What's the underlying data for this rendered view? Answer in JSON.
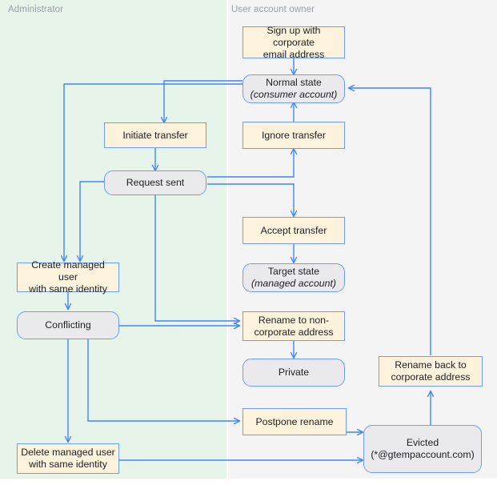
{
  "diagram": {
    "title_alt": "Account transfer state flow",
    "lanes": [
      {
        "id": "administrator",
        "label": "Administrator",
        "color": "#e6f4ea"
      },
      {
        "id": "user-account-owner",
        "label": "User account owner",
        "color": "#f4f4f4"
      }
    ],
    "colors": {
      "action_fill": "#fdf3dc",
      "state_fill": "#eaeaed",
      "border": "#6f9ef0",
      "edge": "#4285f4",
      "lane_admin": "#e6f4ea",
      "lane_user": "#f4f4f4",
      "lane_label": "#9aa0a6",
      "text": "#202124"
    },
    "nodes": [
      {
        "id": "sign-up",
        "kind": "action",
        "lane": "user-account-owner",
        "line1": "Sign up with corporate",
        "line2": "email address"
      },
      {
        "id": "normal-state",
        "kind": "state",
        "lane": "user-account-owner",
        "line1": "Normal state",
        "line2": "(consumer account)"
      },
      {
        "id": "initiate-transfer",
        "kind": "action",
        "lane": "administrator",
        "line1": "Initiate transfer",
        "line2": ""
      },
      {
        "id": "ignore-transfer",
        "kind": "action",
        "lane": "user-account-owner",
        "line1": "Ignore transfer",
        "line2": ""
      },
      {
        "id": "request-sent",
        "kind": "state",
        "lane": "administrator",
        "line1": "Request sent",
        "line2": ""
      },
      {
        "id": "accept-transfer",
        "kind": "action",
        "lane": "user-account-owner",
        "line1": "Accept transfer",
        "line2": ""
      },
      {
        "id": "target-state",
        "kind": "state",
        "lane": "user-account-owner",
        "line1": "Target state",
        "line2": "(managed account)"
      },
      {
        "id": "create-managed-user",
        "kind": "action",
        "lane": "administrator",
        "line1": "Create managed user",
        "line2": "with same identity"
      },
      {
        "id": "conflicting",
        "kind": "state",
        "lane": "administrator",
        "line1": "Conflicting",
        "line2": ""
      },
      {
        "id": "rename-to-non-corporate",
        "kind": "action",
        "lane": "user-account-owner",
        "line1": "Rename to non-",
        "line2": "corporate address"
      },
      {
        "id": "private",
        "kind": "state",
        "lane": "user-account-owner",
        "line1": "Private",
        "line2": ""
      },
      {
        "id": "rename-back-to-corporate",
        "kind": "action",
        "lane": "user-account-owner",
        "line1": "Rename back to",
        "line2": "corporate address"
      },
      {
        "id": "postpone-rename",
        "kind": "action",
        "lane": "user-account-owner",
        "line1": "Postpone rename",
        "line2": ""
      },
      {
        "id": "delete-managed-user",
        "kind": "action",
        "lane": "administrator",
        "line1": "Delete managed user",
        "line2": "with same identity"
      },
      {
        "id": "evicted",
        "kind": "state",
        "lane": "user-account-owner",
        "line1": "Evicted",
        "line2": "(*@gtempaccount.com)"
      }
    ],
    "edges": [
      {
        "from": "sign-up",
        "to": "normal-state"
      },
      {
        "from": "normal-state",
        "to": "initiate-transfer"
      },
      {
        "from": "normal-state",
        "to": "create-managed-user"
      },
      {
        "from": "initiate-transfer",
        "to": "request-sent"
      },
      {
        "from": "request-sent",
        "to": "ignore-transfer"
      },
      {
        "from": "request-sent",
        "to": "accept-transfer"
      },
      {
        "from": "request-sent",
        "to": "create-managed-user"
      },
      {
        "from": "ignore-transfer",
        "to": "normal-state"
      },
      {
        "from": "accept-transfer",
        "to": "target-state"
      },
      {
        "from": "create-managed-user",
        "to": "conflicting"
      },
      {
        "from": "conflicting",
        "to": "rename-to-non-corporate"
      },
      {
        "from": "conflicting",
        "to": "postpone-rename"
      },
      {
        "from": "conflicting",
        "to": "delete-managed-user"
      },
      {
        "from": "rename-to-non-corporate",
        "to": "private"
      },
      {
        "from": "postpone-rename",
        "to": "evicted"
      },
      {
        "from": "delete-managed-user",
        "to": "evicted"
      },
      {
        "from": "evicted",
        "to": "rename-back-to-corporate"
      },
      {
        "from": "rename-back-to-corporate",
        "to": "normal-state"
      }
    ]
  }
}
